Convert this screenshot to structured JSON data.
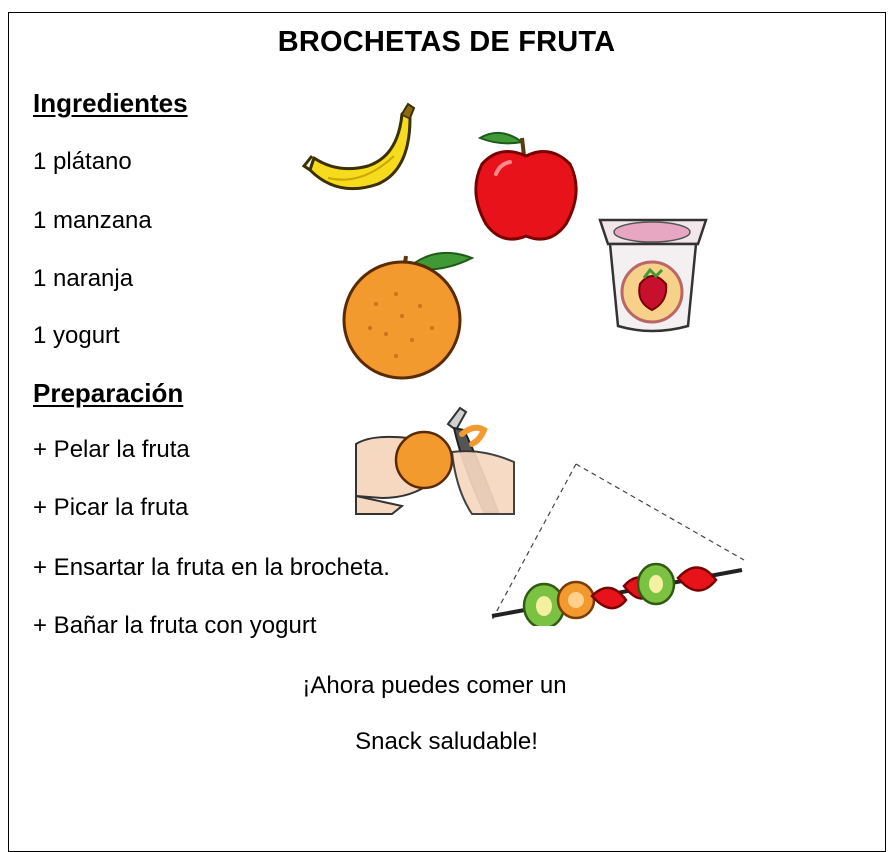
{
  "title": "BROCHETAS DE FRUTA",
  "ingredients": {
    "heading": "Ingredientes",
    "items": [
      "1 plátano",
      "1 manzana",
      "1 naranja",
      "1 yogurt"
    ]
  },
  "preparation": {
    "heading": "Preparación",
    "steps": [
      "+ Pelar la fruta",
      "+ Picar la fruta",
      "+ Ensartar la fruta en la brocheta.",
      "+ Bañar la fruta con yogurt"
    ]
  },
  "closing": {
    "line1": "¡Ahora puedes comer un",
    "line2": "Snack saludable!"
  },
  "icons": [
    "banana-icon",
    "apple-icon",
    "yogurt-icon",
    "orange-icon",
    "peeling-hands-icon",
    "fruit-skewer-icon"
  ],
  "colors": {
    "banana": "#f7dc1e",
    "apple": "#e8121b",
    "orange": "#f39a2e",
    "kiwi": "#7cc242",
    "leaf": "#3f9a35"
  }
}
